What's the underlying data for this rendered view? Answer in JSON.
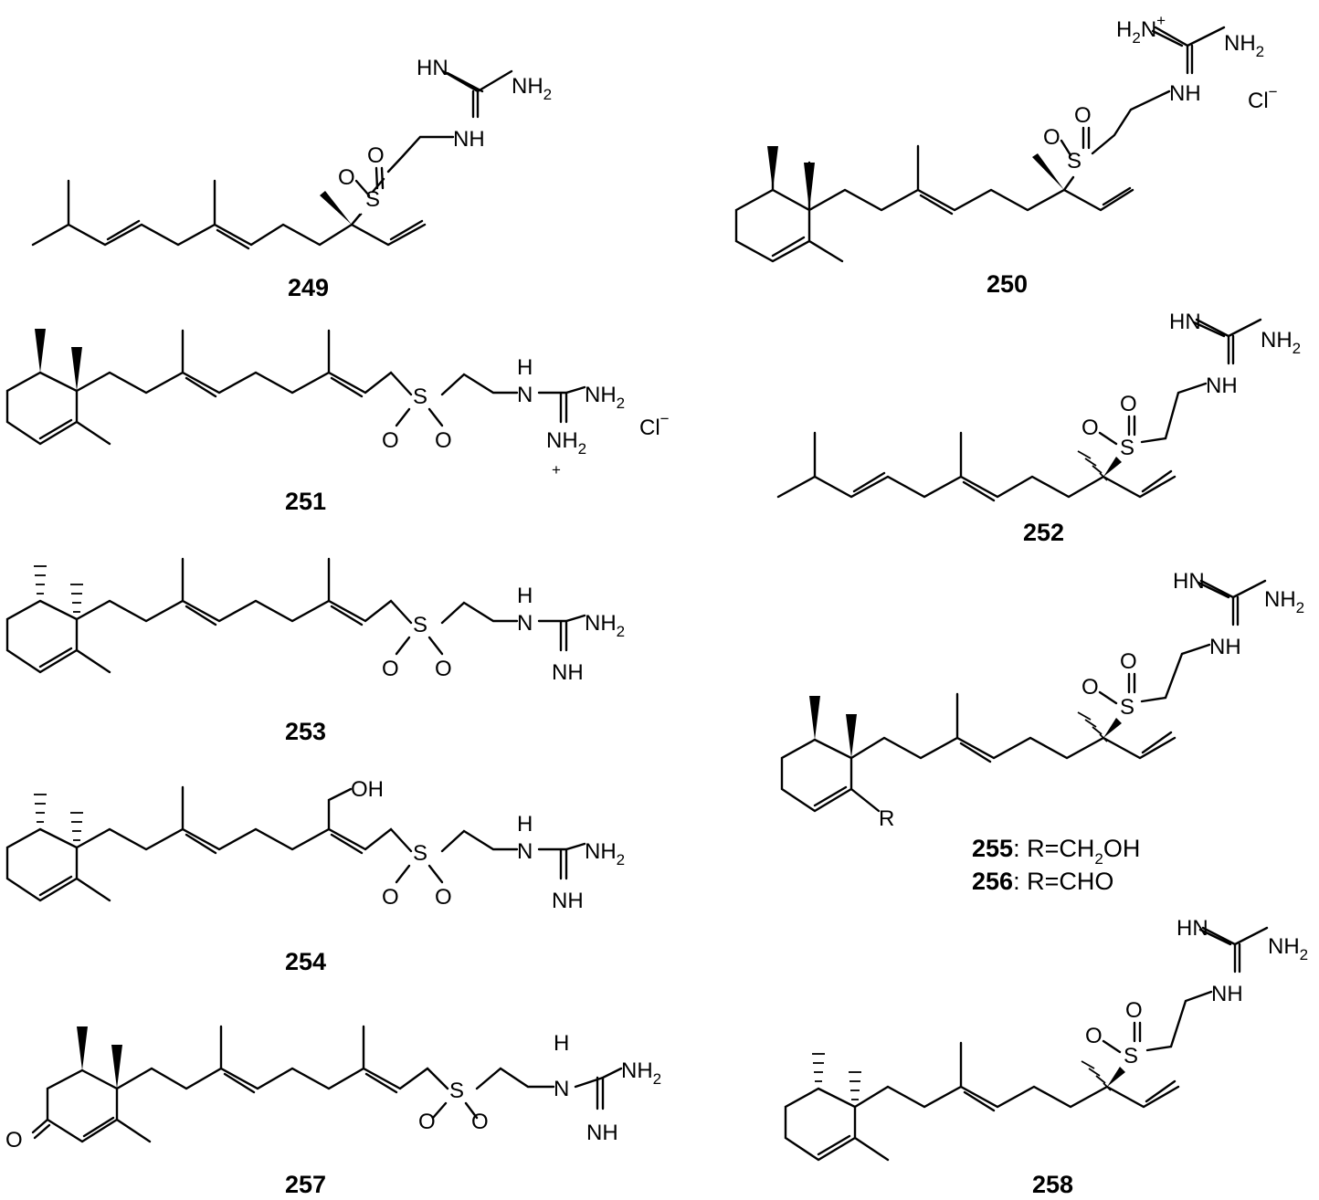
{
  "compounds": [
    {
      "id": "249"
    },
    {
      "id": "250",
      "counterion": "Cl",
      "counter_charge": "−",
      "charge": "+"
    },
    {
      "id": "251",
      "counterion": "Cl",
      "counter_charge": "−",
      "charge": "+"
    },
    {
      "id": "252"
    },
    {
      "id": "253"
    },
    {
      "id": "254"
    },
    {
      "id": "257"
    },
    {
      "id": "258"
    }
  ],
  "variants": [
    {
      "id": "255",
      "text": ": R=CH",
      "sub": "2",
      "tail": "OH"
    },
    {
      "id": "256",
      "text": ": R=CHO"
    }
  ],
  "atoms": {
    "S": "S",
    "O": "O",
    "H": "H",
    "N": "N",
    "NH": "NH",
    "HN": "HN",
    "NH2": "NH",
    "H2N": "H",
    "N_lbl": "N",
    "OH": "OH",
    "R": "R",
    "sub2": "2"
  }
}
